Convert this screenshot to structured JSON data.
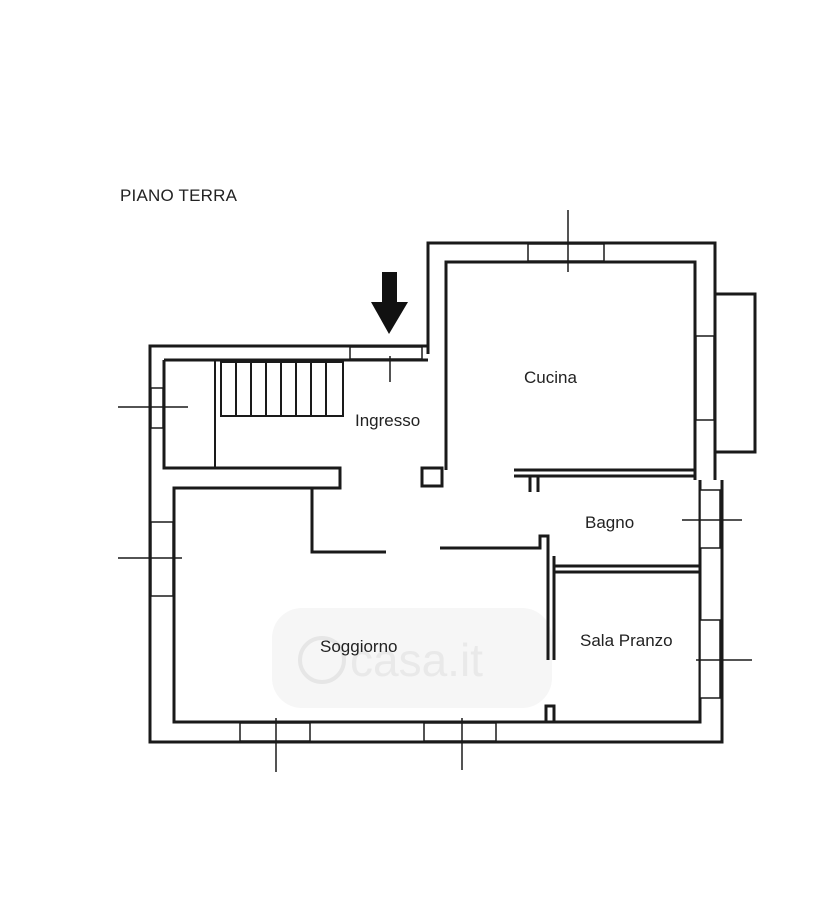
{
  "floor_title": "PIANO TERRA",
  "rooms": {
    "cucina": "Cucina",
    "ingresso": "Ingresso",
    "bagno": "Bagno",
    "soggiorno": "Soggiorno",
    "sala_pranzo": "Sala Pranzo"
  },
  "watermark": "casa.it",
  "colors": {
    "wall": "#1a1a1a",
    "background": "#ffffff",
    "watermark": "#e9e9e9"
  },
  "icons": {
    "entrance": "arrow-down-icon"
  }
}
